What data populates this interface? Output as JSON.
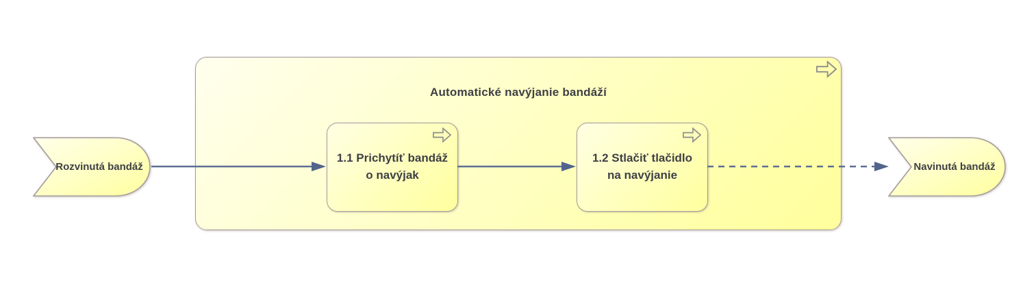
{
  "diagram": {
    "kind": "business-process-diagram",
    "colors": {
      "background": "#ffffff",
      "node_fill_light": "#ffffee",
      "node_fill": "#ffff9c",
      "node_border": "#a49a9c",
      "connector": "#596b8e",
      "icon_stroke": "#8d8d8d",
      "text": "#3f4045"
    },
    "start_event": {
      "label": "Rozvinutá bandáž"
    },
    "container": {
      "title": "Automatické navýjanie bandáží",
      "icon": "process-arrow-icon"
    },
    "processes": [
      {
        "id": "1.1",
        "label": "1.1 Prichytíť bandáž o navýjak",
        "icon": "process-arrow-icon"
      },
      {
        "id": "1.2",
        "label": "1.2 Stlačiť tlačidlo na navýjanie",
        "icon": "process-arrow-icon"
      }
    ],
    "end_event": {
      "label": "Navinutá bandáž"
    },
    "connectors": [
      {
        "from": "Rozvinutá bandáž",
        "to": "1.1",
        "style": "solid",
        "arrowhead": "filled"
      },
      {
        "from": "1.1",
        "to": "1.2",
        "style": "solid",
        "arrowhead": "filled"
      },
      {
        "from": "1.2",
        "to": "Navinutá bandáž",
        "style": "dashed",
        "arrowhead": "filled"
      }
    ]
  }
}
